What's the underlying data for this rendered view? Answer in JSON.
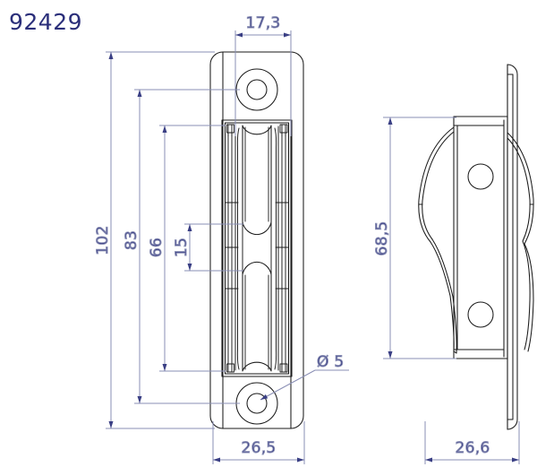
{
  "drawing": {
    "title": "92429",
    "title_color": "#2b2f7a",
    "dimension_line_color": "#8a8fb5",
    "dimension_text_color": "#2b2f7a",
    "outline_color": "#1a1a1a",
    "background_color": "#ffffff"
  },
  "views": {
    "front": {
      "name": "front-view",
      "label": "Front view of pulley block"
    },
    "side": {
      "name": "side-view",
      "label": "Side view of pulley block"
    }
  },
  "dimensions": {
    "top_width": {
      "value": "17,3",
      "orientation": "horizontal",
      "view": "front"
    },
    "overall_height": {
      "value": "102",
      "orientation": "vertical",
      "view": "front"
    },
    "hole_spacing": {
      "value": "83",
      "orientation": "vertical",
      "view": "front"
    },
    "sheave_span": {
      "value": "66",
      "orientation": "vertical",
      "view": "front"
    },
    "center_gap": {
      "value": "15",
      "orientation": "vertical",
      "view": "front"
    },
    "bore_diameter": {
      "value": "Ø 5",
      "orientation": "leader",
      "view": "front"
    },
    "front_width": {
      "value": "26,5",
      "orientation": "horizontal",
      "view": "front"
    },
    "side_height": {
      "value": "68,5",
      "orientation": "vertical",
      "view": "side"
    },
    "side_width": {
      "value": "26,6",
      "orientation": "horizontal",
      "view": "side"
    }
  }
}
